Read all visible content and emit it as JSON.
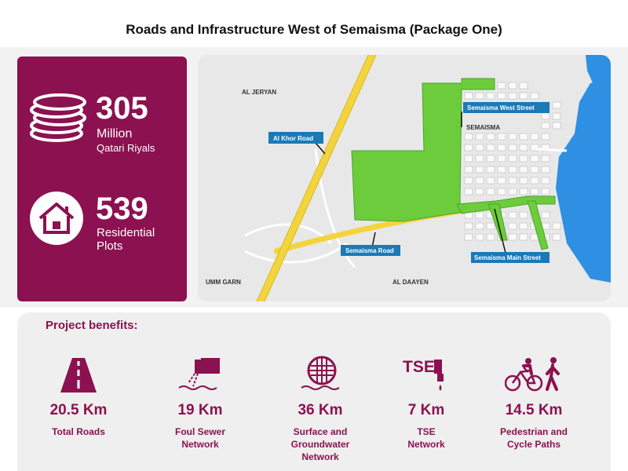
{
  "title": "Roads and Infrastructure West of Semaisma (Package One)",
  "stats": [
    {
      "value": "305",
      "line1": "Million",
      "line2": "Qatari Riyals",
      "icon": "coins-icon"
    },
    {
      "value": "539",
      "line1": "Residential",
      "line2": "Plots",
      "icon": "house-icon"
    }
  ],
  "map": {
    "areas": [
      "AL JERYAN",
      "SEMAISMA",
      "UMM GARN",
      "AL DAAYEN"
    ],
    "streets": [
      "Semaisma West Street",
      "Al Khor Road",
      "Semaisma Road",
      "Semaisma Main Street"
    ],
    "colors": {
      "project_area": "#6ccc3c",
      "highway": "#f4d43c",
      "label_bg": "#1a7ab8",
      "water": "#2f8fe3",
      "land": "#e8e8e8"
    }
  },
  "benefits": {
    "title": "Project benefits:",
    "items": [
      {
        "value": "20.5 Km",
        "label": "Total Roads",
        "icon": "road-icon"
      },
      {
        "value": "19 Km",
        "label": "Foul Sewer Network",
        "icon": "sewer-pipe-icon"
      },
      {
        "value": "36 Km",
        "label": "Surface and Groundwater Network",
        "icon": "drain-grate-icon"
      },
      {
        "value": "7 Km",
        "label": "TSE Network",
        "icon": "tse-tap-icon",
        "icon_text": "TSE"
      },
      {
        "value": "14.5 Km",
        "label": "Pedestrian and Cycle Paths",
        "icon": "cyclist-pedestrian-icon"
      }
    ]
  },
  "accent": "#8c1150"
}
